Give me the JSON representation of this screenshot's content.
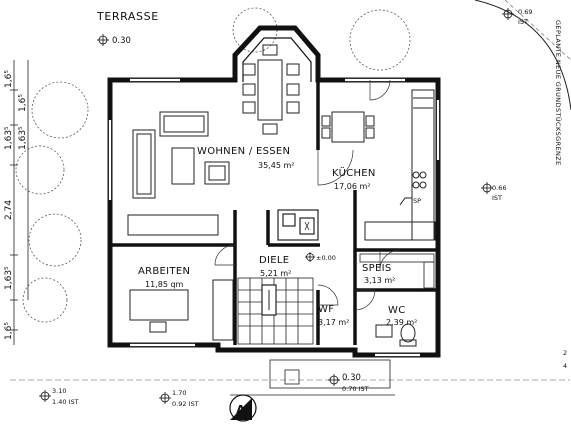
{
  "terrace": {
    "label": "TERRASSE",
    "level": "0.30"
  },
  "rooms": {
    "wohnen": {
      "name": "WOHNEN / ESSEN",
      "area": "35,45 m²"
    },
    "kuchen": {
      "name": "KÜCHEN",
      "area": "17,06 m²"
    },
    "arbeiten": {
      "name": "ARBEITEN",
      "area": "11,85 qm"
    },
    "diele": {
      "name": "DIELE",
      "area": "5,21 m²"
    },
    "speis": {
      "name": "SPEIS",
      "area": "3,13 m²"
    },
    "wf": {
      "name": "WF",
      "area": "3,17 m²"
    },
    "wc": {
      "name": "WC",
      "area": "2,39 m²"
    }
  },
  "levels": {
    "diele": "±0.00",
    "entry_main": "0.30",
    "entry_sub": "0.70 IST",
    "top_right_main": "0.69",
    "top_right_sub": "IST",
    "right_main": "0.66",
    "right_sub": "IST",
    "bottom_left_main": "3.10",
    "bottom_left_sub": "1.40 IST",
    "bottom_mid_main": "1.70",
    "bottom_mid_sub": "0.92 IST"
  },
  "kitchen_label_sp": "SP",
  "boundary_note": "GEPLANTE NEUE GRUNDSTÜCKSGRENZE",
  "section_marker": "A",
  "dimensions": [
    "1,6⁵",
    "1,63⁵",
    "2,74",
    "1,63⁵",
    "1,6⁵",
    "1,6⁵",
    "1,63⁵"
  ],
  "right_edge_marks": [
    "2",
    "4"
  ]
}
